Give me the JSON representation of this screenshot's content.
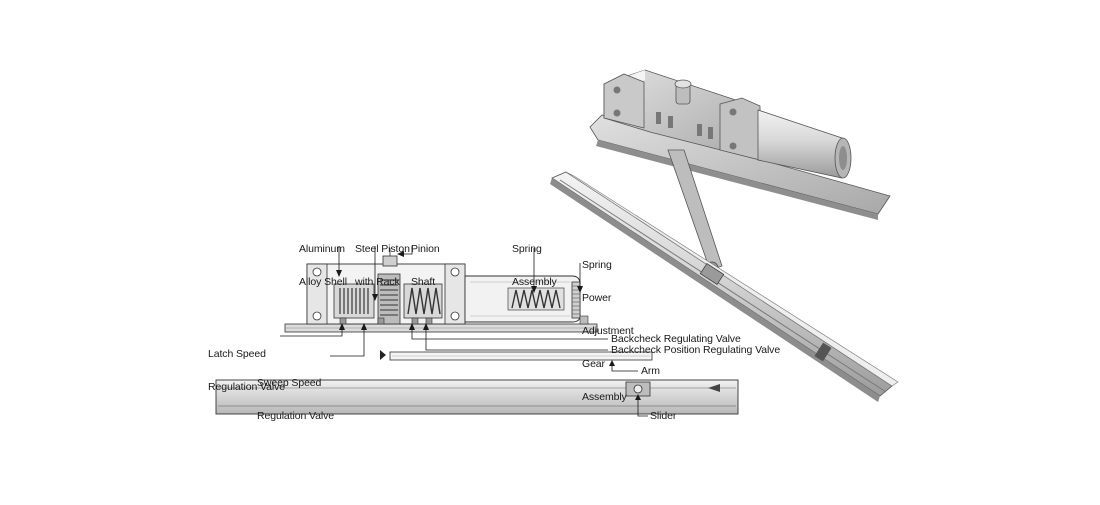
{
  "labels": {
    "aluminum_alloy_shell": [
      "Aluminum",
      "Alloy Shell"
    ],
    "steel_piston_with_rack": [
      "Steel Piston",
      "with Rack"
    ],
    "pinion_shaft": [
      "Pinion",
      "Shaft"
    ],
    "spring_assembly": [
      "Spring",
      "Assembly"
    ],
    "spring_power_adjustment_gear_assembly": [
      "Spring",
      "Power",
      "Adjustment",
      "Gear",
      "Assembly"
    ],
    "latch_speed_regulation_valve": [
      "Latch Speed",
      "Regulation Valve"
    ],
    "sweep_speed_regulation_valve": [
      "Sweep Speed",
      "Regulation Valve"
    ],
    "backcheck_regulating_valve": "Backcheck Regulating Valve",
    "backcheck_position_regulating_valve": "Backcheck Position Regulating Valve",
    "arm": "Arm",
    "slider": "Slider"
  },
  "colors": {
    "line": "#1a1a1a",
    "metal_light": "#e6e6e6",
    "metal_mid": "#c4c4c4",
    "metal_dark": "#8a8a8a"
  }
}
